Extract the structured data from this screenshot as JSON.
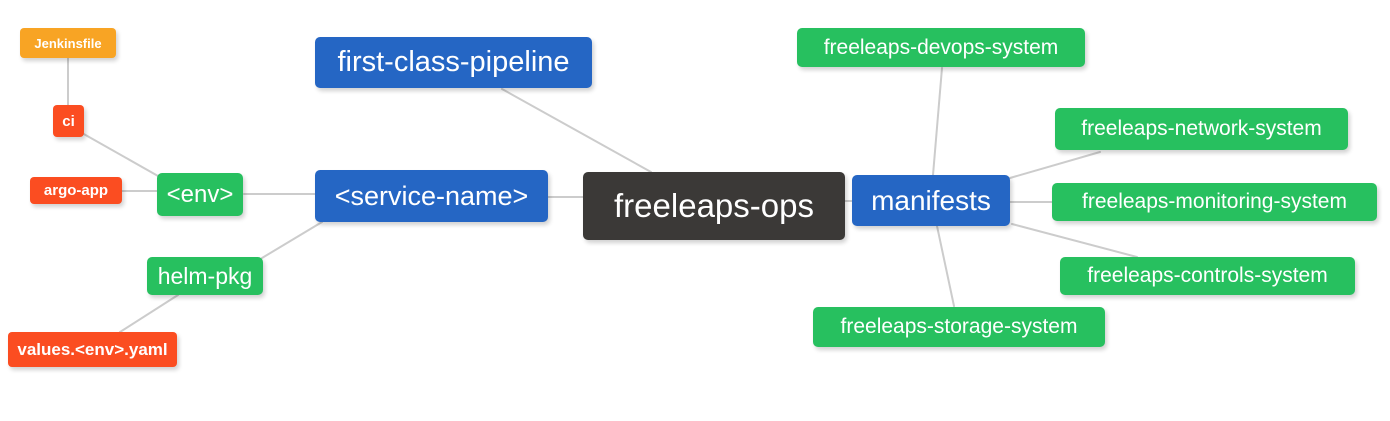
{
  "diagram": {
    "type": "mindmap",
    "root_label": "freeleaps-ops",
    "colors": {
      "root": "#3b3937",
      "branch_blue": "#2566c4",
      "leaf_green": "#27c05f",
      "leaf_red": "#fb4d21",
      "leaf_orange": "#f8a424",
      "edge": "#cccccc",
      "text": "#ffffff"
    },
    "nodes": {
      "ops": {
        "label": "freeleaps-ops",
        "color": "#3b3937"
      },
      "pipeline": {
        "label": "first-class-pipeline",
        "color": "#2566c4"
      },
      "service": {
        "label": "<service-name>",
        "color": "#2566c4"
      },
      "manifests": {
        "label": "manifests",
        "color": "#2566c4"
      },
      "env": {
        "label": "<env>",
        "color": "#27c05f"
      },
      "helm": {
        "label": "helm-pkg",
        "color": "#27c05f"
      },
      "jenkinsfile": {
        "label": "Jenkinsfile",
        "color": "#f8a424"
      },
      "ci": {
        "label": "ci",
        "color": "#fb4d21"
      },
      "argo": {
        "label": "argo-app",
        "color": "#fb4d21"
      },
      "values": {
        "label": "values.<env>.yaml",
        "color": "#fb4d21"
      },
      "devops": {
        "label": "freeleaps-devops-system",
        "color": "#27c05f"
      },
      "network": {
        "label": "freeleaps-network-system",
        "color": "#27c05f"
      },
      "monitoring": {
        "label": "freeleaps-monitoring-system",
        "color": "#27c05f"
      },
      "controls": {
        "label": "freeleaps-controls-system",
        "color": "#27c05f"
      },
      "storage": {
        "label": "freeleaps-storage-system",
        "color": "#27c05f"
      }
    },
    "edges": [
      {
        "from": "Jenkinsfile",
        "to": "ci"
      },
      {
        "from": "ci",
        "to": "<env>"
      },
      {
        "from": "argo-app",
        "to": "<env>"
      },
      {
        "from": "<env>",
        "to": "<service-name>"
      },
      {
        "from": "values.<env>.yaml",
        "to": "helm-pkg"
      },
      {
        "from": "helm-pkg",
        "to": "<service-name>"
      },
      {
        "from": "first-class-pipeline",
        "to": "freeleaps-ops"
      },
      {
        "from": "<service-name>",
        "to": "freeleaps-ops"
      },
      {
        "from": "freeleaps-ops",
        "to": "manifests"
      },
      {
        "from": "manifests",
        "to": "freeleaps-devops-system"
      },
      {
        "from": "manifests",
        "to": "freeleaps-network-system"
      },
      {
        "from": "manifests",
        "to": "freeleaps-monitoring-system"
      },
      {
        "from": "manifests",
        "to": "freeleaps-controls-system"
      },
      {
        "from": "manifests",
        "to": "freeleaps-storage-system"
      }
    ]
  }
}
